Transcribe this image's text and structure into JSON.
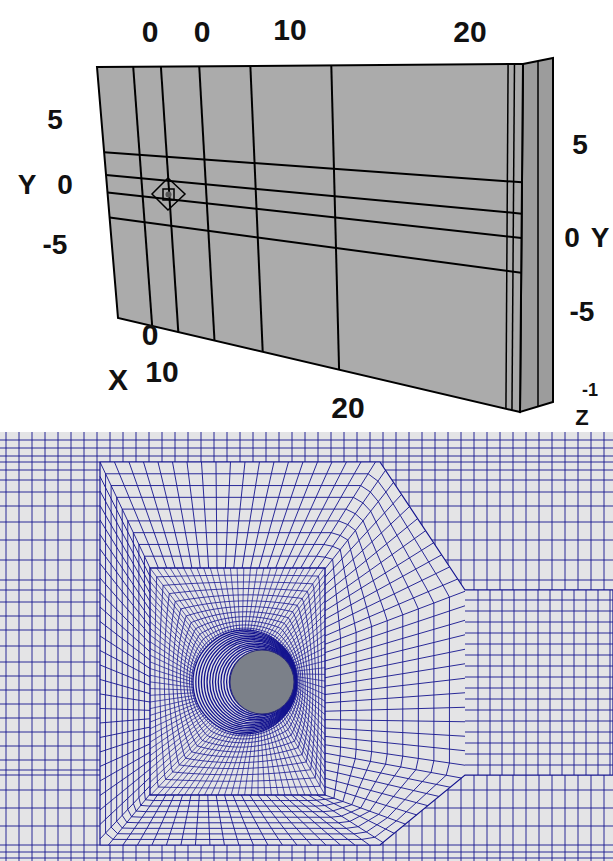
{
  "diagram": {
    "labels": [
      "0",
      "0",
      "10",
      "20",
      "5",
      "Y",
      "0",
      "-5",
      "5",
      "0",
      "Y",
      "-5",
      "0",
      "X",
      "10",
      "20",
      "-1",
      "Z"
    ]
  }
}
